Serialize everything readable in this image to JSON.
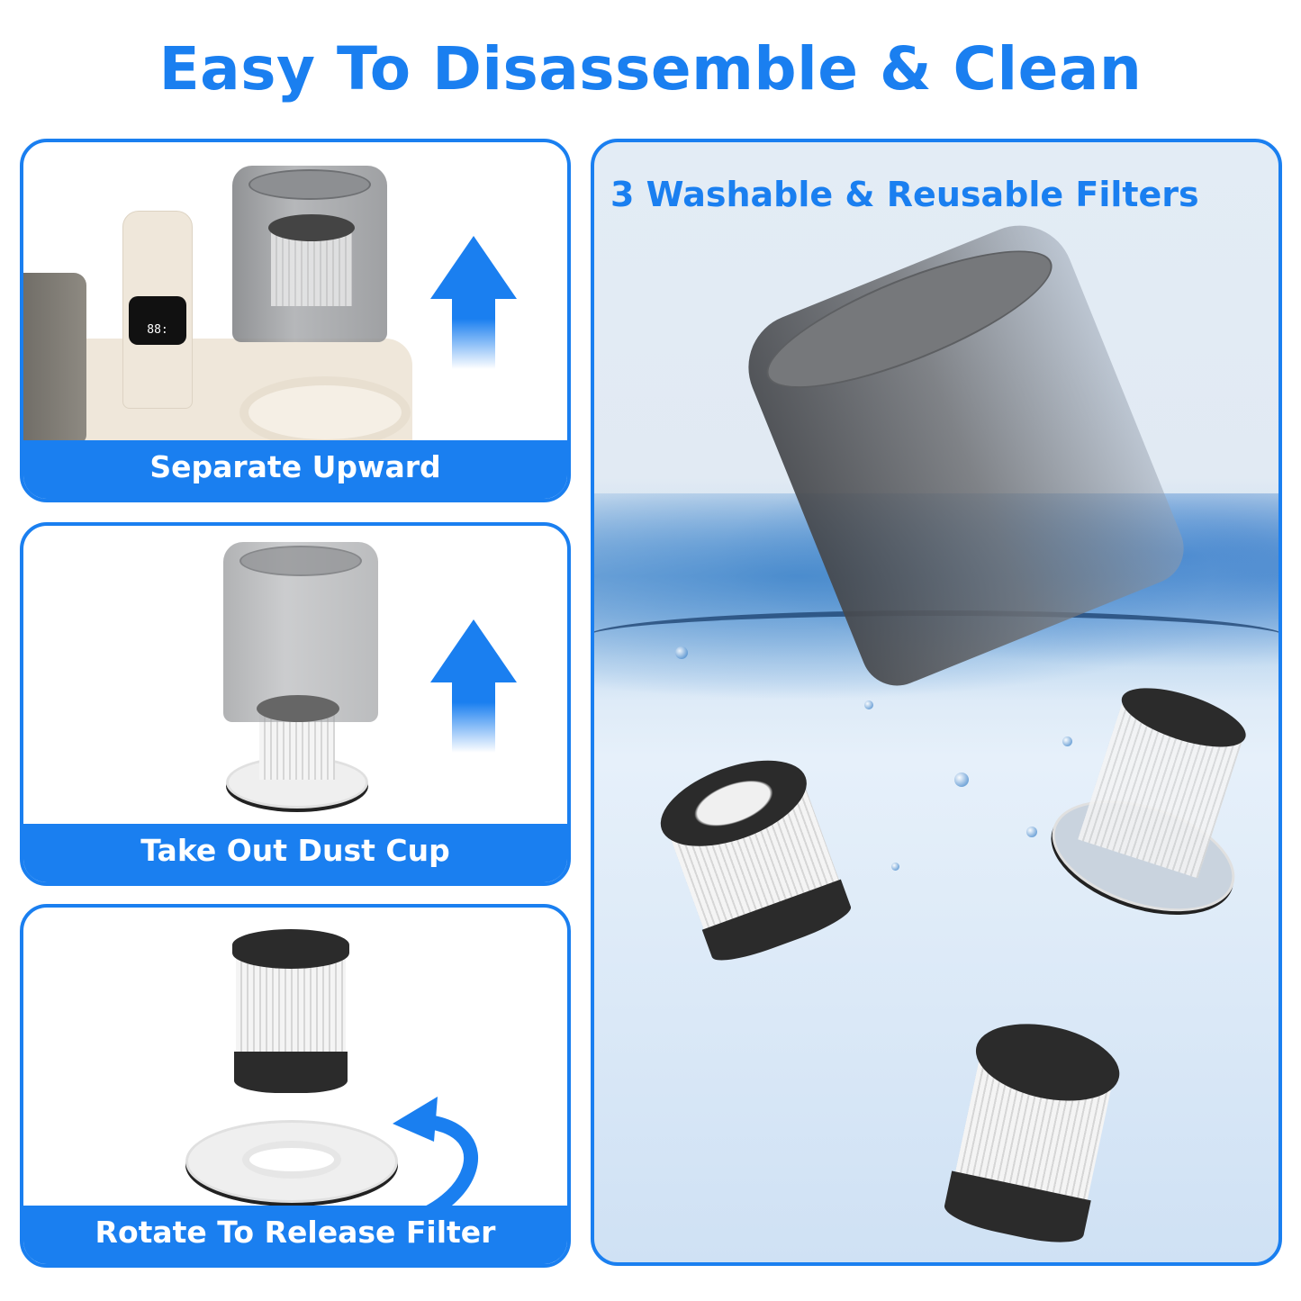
{
  "header": {
    "title": "Easy To Disassemble & Clean"
  },
  "steps": [
    {
      "caption": "Separate Upward",
      "icon": "arrow-up-icon"
    },
    {
      "caption": "Take Out Dust Cup",
      "icon": "arrow-up-icon"
    },
    {
      "caption": "Rotate To Release Filter",
      "icon": "rotate-arrow-icon"
    }
  ],
  "device_display": {
    "digits": "88:"
  },
  "feature_panel": {
    "title": "3 Washable & Reusable Filters",
    "filter_count": 3
  },
  "colors": {
    "accent": "#1a7ff0",
    "caption_text": "#ffffff",
    "filter_cap": "#2b2b2b",
    "cup_grey": "#8d8f92"
  }
}
